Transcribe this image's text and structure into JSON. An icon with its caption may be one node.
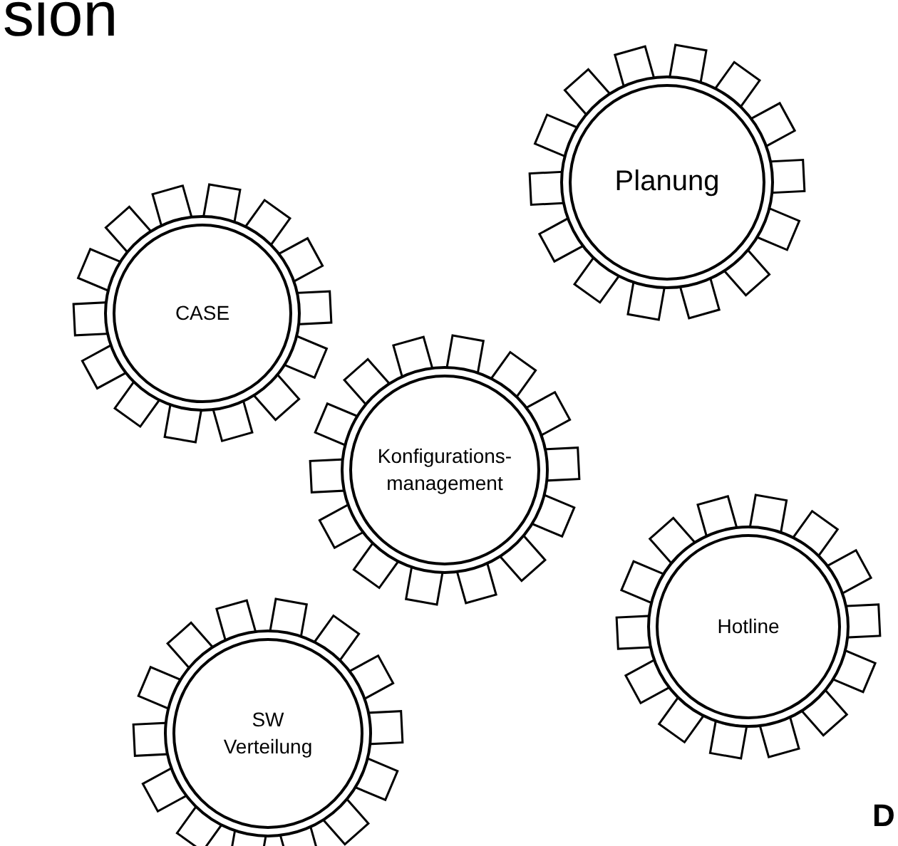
{
  "diagram": {
    "nodes": [
      {
        "text": [
          "CASE"
        ]
      },
      {
        "text": [
          "Planung"
        ]
      },
      {
        "text": [
          "Konfigurations- management"
        ]
      },
      {
        "text": [
          "Hotline"
        ]
      },
      {
        "text": [
          "SW Verteilung"
        ]
      }
    ],
    "labels": [
      "sion",
      "D"
    ]
  }
}
